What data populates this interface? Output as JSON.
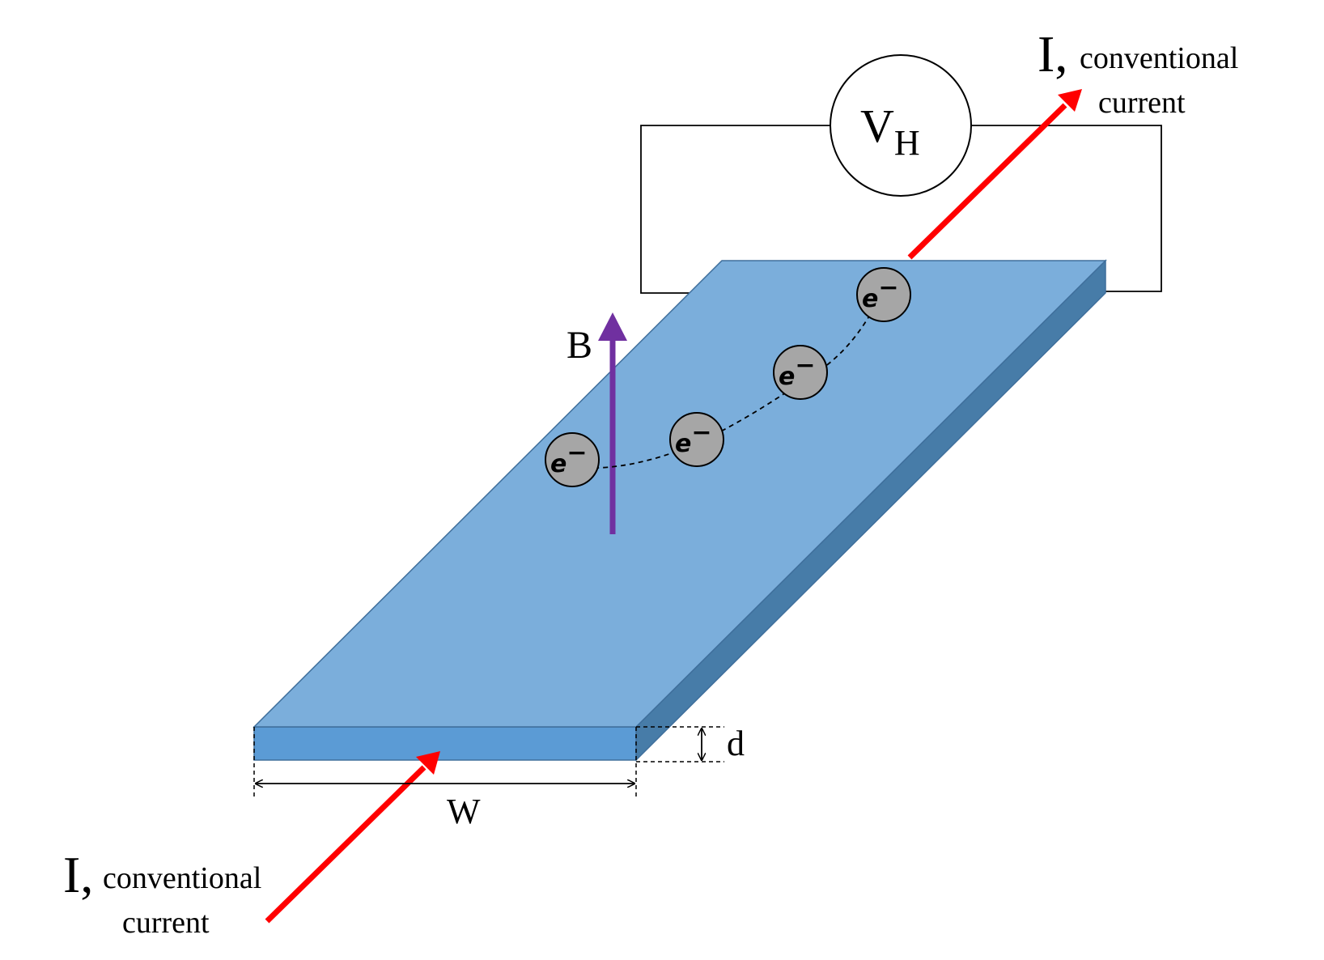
{
  "colors": {
    "slab_top": "#7baedb",
    "slab_front": "#5b9bd5",
    "slab_side": "#477ca8",
    "slab_edge": "#3f6f9c",
    "current_arrow": "#ff0000",
    "b_field_arrow": "#7030a0",
    "electron_fill": "#a6a6a6",
    "wire": "#000000"
  },
  "labels": {
    "current_in_symbol": "I,",
    "current_in_text_1": "conventional",
    "current_in_text_2": "current",
    "current_out_symbol": "I,",
    "current_out_text_1": "conventional",
    "current_out_text_2": "current",
    "voltmeter_main": "V",
    "voltmeter_sub": "H",
    "b_field": "B",
    "width": "W",
    "thickness": "d"
  },
  "electrons": [
    {
      "label": "e",
      "charge": "−"
    },
    {
      "label": "e",
      "charge": "−"
    },
    {
      "label": "e",
      "charge": "−"
    },
    {
      "label": "e",
      "charge": "−"
    }
  ],
  "icons": {
    "voltmeter": "voltmeter-circle-icon",
    "current_arrow": "arrow-icon",
    "b_arrow": "arrow-up-icon",
    "dimension_arrow": "double-arrow-icon"
  }
}
